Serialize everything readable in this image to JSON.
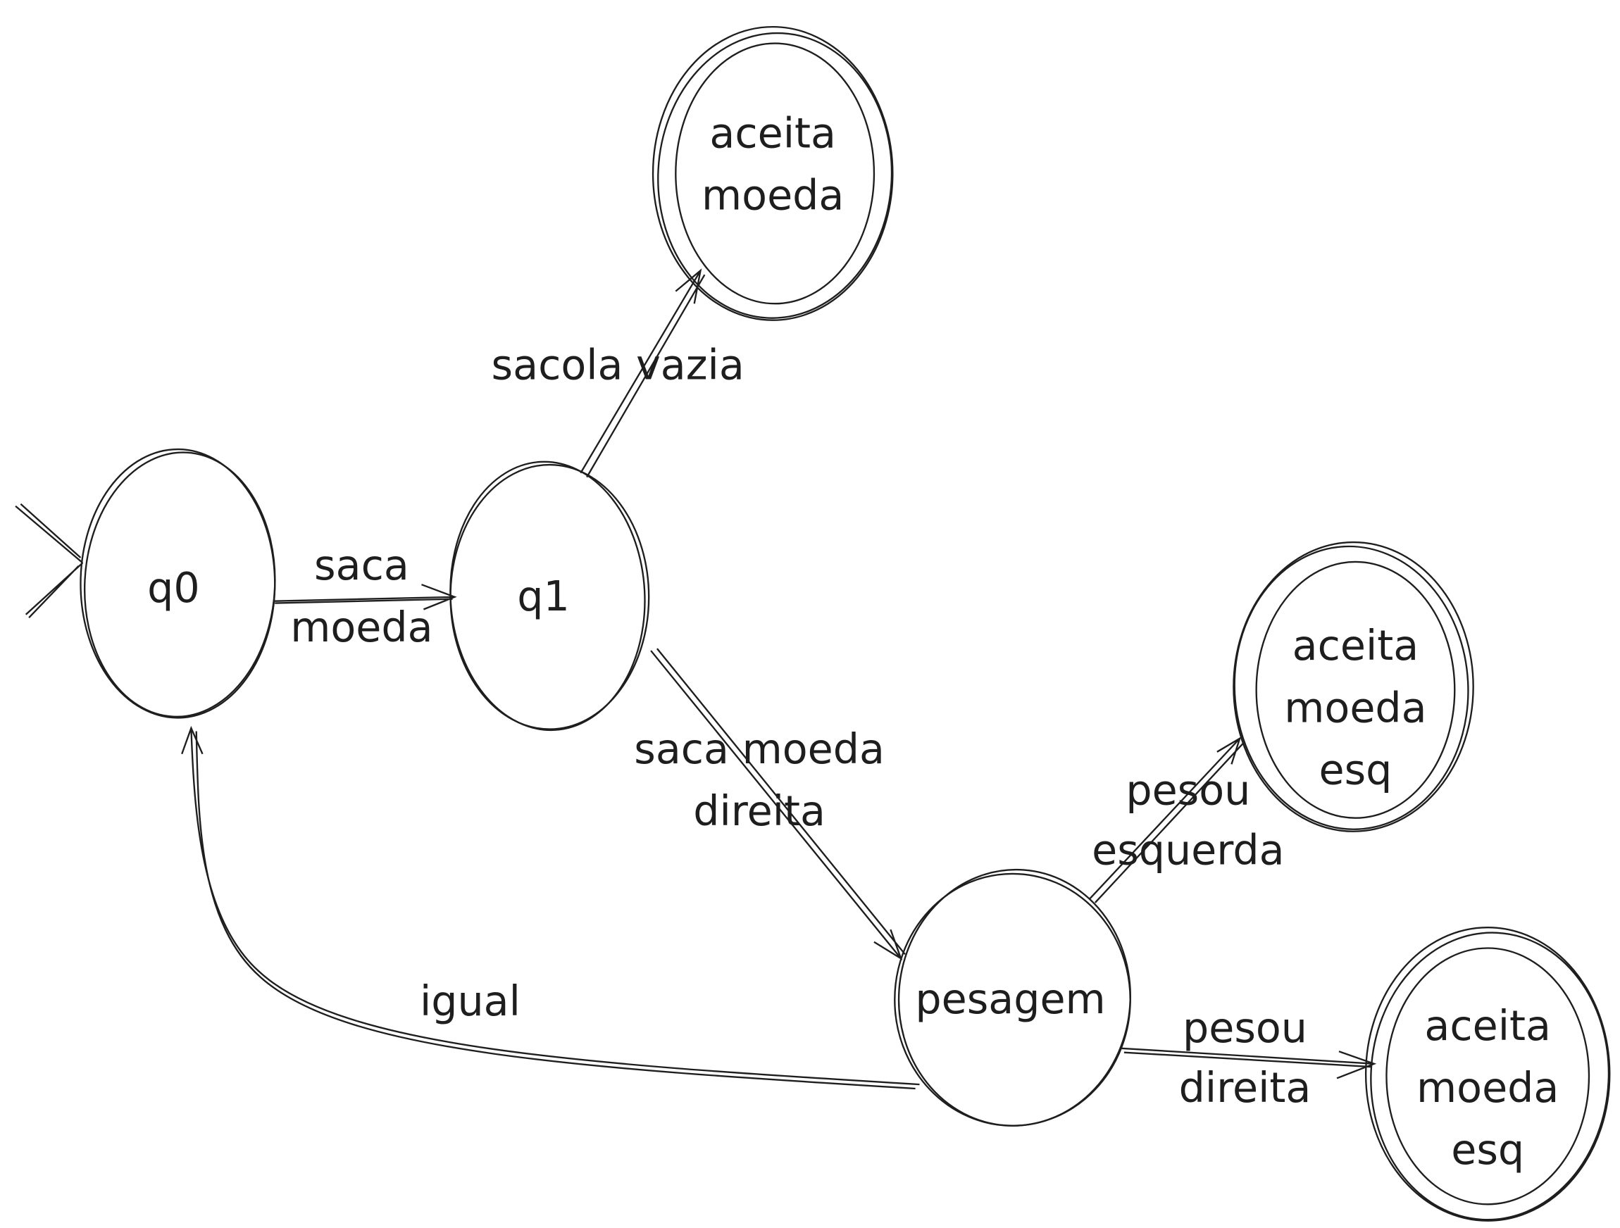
{
  "diagram": {
    "type": "finite-state-machine",
    "states": {
      "q0": {
        "label": "q0",
        "initial": true
      },
      "q1": {
        "label": "q1"
      },
      "pesagem": {
        "label": "pesagem"
      },
      "accept_top": {
        "lines": [
          "aceita",
          "moeda"
        ],
        "accepting": true
      },
      "accept_mid": {
        "lines": [
          "aceita",
          "moeda",
          "esq"
        ],
        "accepting": true
      },
      "accept_bottom": {
        "lines": [
          "aceita",
          "moeda",
          "esq"
        ],
        "accepting": true
      }
    },
    "transitions": {
      "q0_q1": {
        "lines": [
          "saca",
          "moeda"
        ]
      },
      "q1_top": {
        "lines": [
          "sacola vazia"
        ]
      },
      "q1_pesagem": {
        "lines": [
          "saca moeda",
          "direita"
        ]
      },
      "pesagem_mid": {
        "lines": [
          "pesou",
          "esquerda"
        ]
      },
      "pesagem_bottom": {
        "lines": [
          "pesou",
          "direita"
        ]
      },
      "pesagem_q0": {
        "lines": [
          "igual"
        ]
      }
    },
    "stroke_color": "#1e1e1e"
  }
}
